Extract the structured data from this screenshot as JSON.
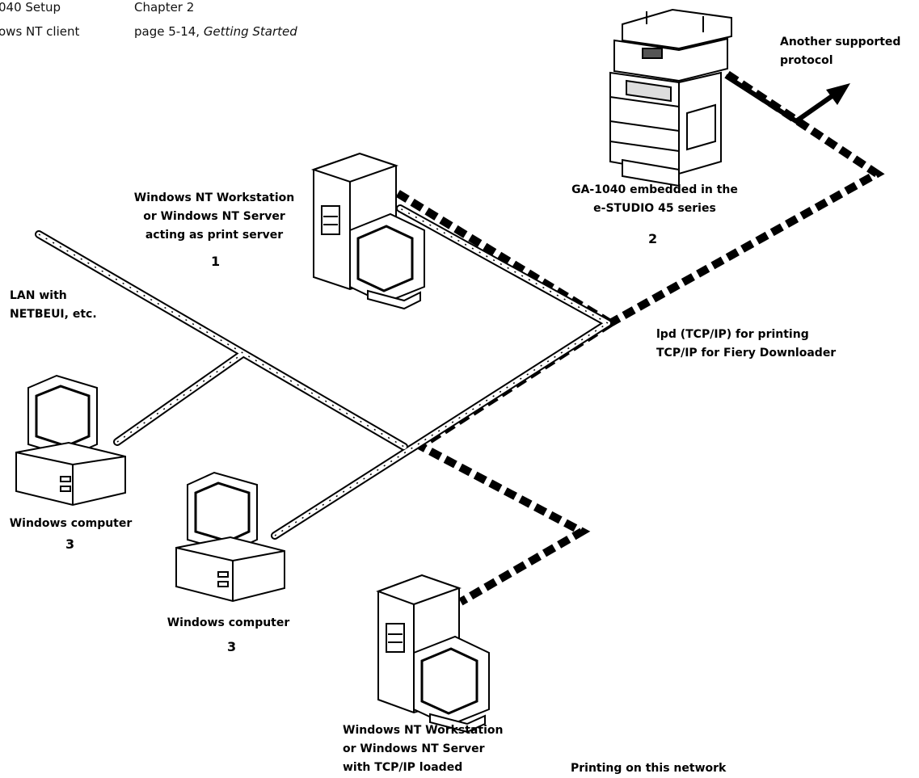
{
  "header": {
    "row1_left": "040 Setup",
    "row1_right": "Chapter 2",
    "row2_left": "ows NT client",
    "row2_right_prefix": "page 5-14, ",
    "row2_right_italic": "Getting Started"
  },
  "labels": {
    "protocol": [
      "Another supported",
      "protocol"
    ],
    "ga1040": [
      "GA-1040 embedded in the",
      "e-STUDIO 45 series"
    ],
    "ga1040_num": "2",
    "nt_print_server": [
      "Windows NT Workstation",
      "or Windows NT Server",
      "acting as print server"
    ],
    "nt_print_server_num": "1",
    "lan": [
      "LAN with",
      "NETBEUI, etc."
    ],
    "lpd": [
      "lpd (TCP/IP) for printing",
      "TCP/IP for Fiery Downloader"
    ],
    "win_left": "Windows computer",
    "win_left_num": "3",
    "win_mid": "Windows computer",
    "win_mid_num": "3",
    "nt_tcpip": [
      "Windows NT Workstation",
      "or Windows NT Server",
      "with TCP/IP loaded"
    ],
    "caption": "Printing on this network"
  },
  "colors": {
    "ink": "#000000",
    "paper": "#ffffff"
  },
  "icons": [
    "copier-icon",
    "tower-pc-icon",
    "desktop-pc-icon",
    "arrow-icon"
  ]
}
